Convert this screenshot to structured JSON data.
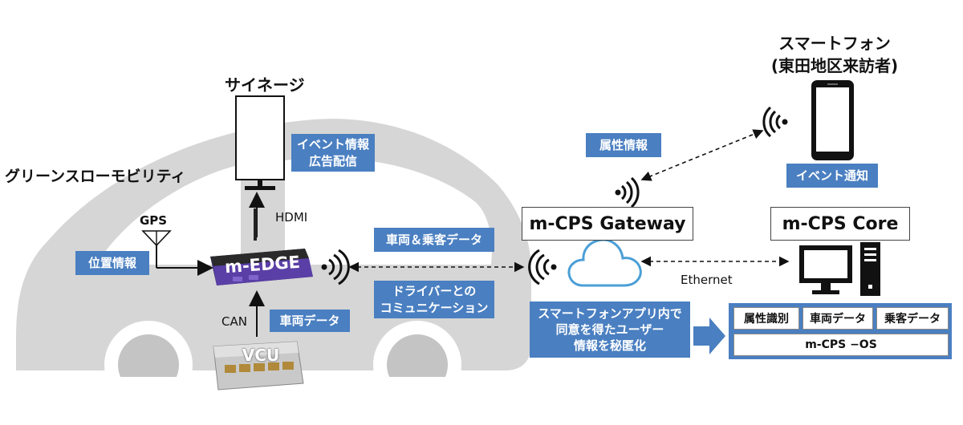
{
  "vehicle": {
    "label": "グリーンスローモビリティ"
  },
  "signage": {
    "title": "サイネージ",
    "info_line1": "イベント情報",
    "info_line2": "広告配信",
    "hdmi": "HDMI"
  },
  "gps": {
    "label": "GPS",
    "position_info": "位置情報"
  },
  "edge": {
    "label": "m-EDGE"
  },
  "vcu": {
    "label": "VCU",
    "can": "CAN",
    "vehicle_data": "車両データ"
  },
  "middle": {
    "vehicle_passenger_data": "車両＆乗客データ",
    "driver_comm_line1": "ドライバーとの",
    "driver_comm_line2": "コミュニケーション"
  },
  "gateway": {
    "title": "m-CPS Gateway",
    "attribute_info": "属性情報",
    "anonymize_line1": "スマートフォンアプリ内で",
    "anonymize_line2": "同意を得たユーザー",
    "anonymize_line3": "情報を秘匿化",
    "ethernet": "Ethernet"
  },
  "smartphone": {
    "title_line1": "スマートフォン",
    "title_line2": "(東田地区来訪者)",
    "event_notification": "イベント通知"
  },
  "core": {
    "title": "m-CPS Core",
    "cells": [
      "属性識別",
      "車両データ",
      "乗客データ"
    ],
    "os": "m-CPS −OS"
  },
  "colors": {
    "accent_blue": "#4a7fc1",
    "car_gray": "#d6d6d6",
    "edge_purple": "#5a3fa6"
  }
}
